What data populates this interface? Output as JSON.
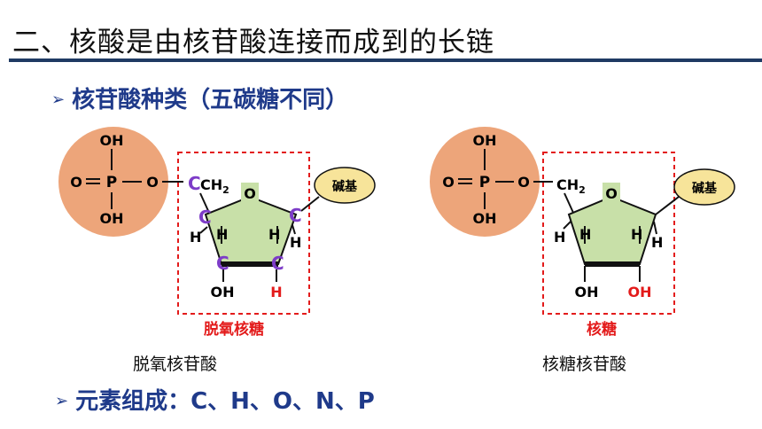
{
  "title": "二、核酸是由核苷酸连接而成到的长链",
  "bullet1": "核苷酸种类（五碳糖不同）",
  "bullet2": "元素组成：C、H、O、N、P",
  "left": {
    "phosphate": {
      "oh_top": "OH",
      "oh_bottom": "OH",
      "o_left": "O",
      "p": "P",
      "o_right": "O"
    },
    "ch2": "CH",
    "ch2_sub": "2",
    "ring_o": "O",
    "base": "碱基",
    "h1": "H",
    "h2": "H",
    "h3": "H",
    "h4": "H",
    "oh_bottom": "OH",
    "h_bottom": "H",
    "carbon": "C",
    "sugar_label": "脱氧核糖",
    "caption": "脱氧核苷酸"
  },
  "right": {
    "phosphate": {
      "oh_top": "OH",
      "oh_bottom": "OH",
      "o_left": "O",
      "p": "P",
      "o_right": "O"
    },
    "ch2": "CH",
    "ch2_sub": "2",
    "ring_o": "O",
    "base": "碱基",
    "h1": "H",
    "h2": "H",
    "h3": "H",
    "h4": "H",
    "oh_left": "OH",
    "oh_right": "OH",
    "sugar_label": "核糖",
    "caption": "核糖核苷酸"
  },
  "colors": {
    "phosphate_fill": "#eda57a",
    "ring_fill": "#c8e0a8",
    "base_fill": "#f7e49a",
    "red": "#e31b1b",
    "purple": "#7d3cc8",
    "blue": "#1f3a8a"
  }
}
